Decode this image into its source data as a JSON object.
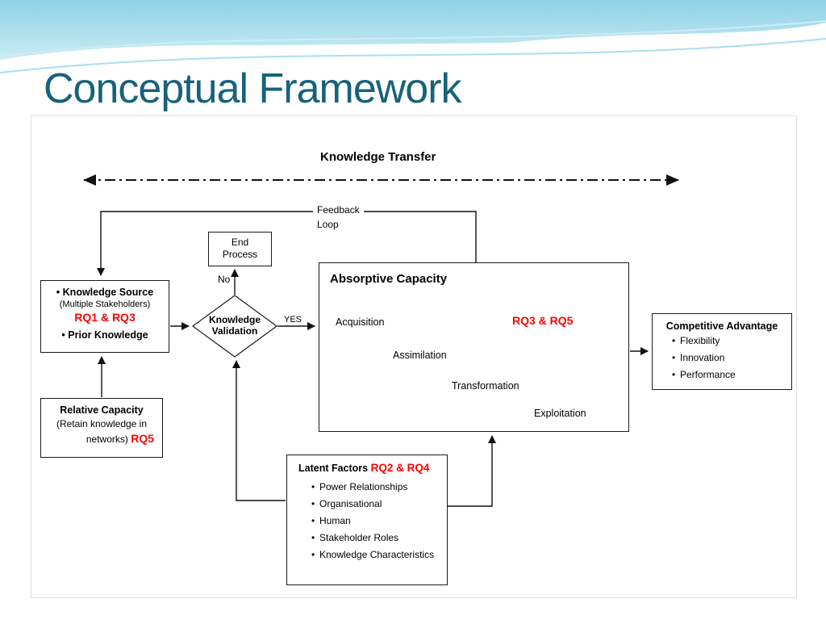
{
  "slide": {
    "title": "Conceptual Framework"
  },
  "labels": {
    "knowledge_transfer": "Knowledge Transfer",
    "feedback_line1": "Feedback",
    "feedback_line2": "Loop",
    "no": "No",
    "yes": "YES"
  },
  "boxes": {
    "end_process": {
      "line1": "End",
      "line2": "Process"
    },
    "knowledge_source": {
      "title": "Knowledge Source",
      "subtitle": "(Multiple Stakeholders)",
      "rq": "RQ1 & RQ3",
      "bullet2": "Prior Knowledge"
    },
    "knowledge_validation": {
      "line1": "Knowledge",
      "line2": "Validation"
    },
    "absorptive_capacity": {
      "title": "Absorptive Capacity",
      "rq": "RQ3 & RQ5",
      "steps": [
        "Acquisition",
        "Assimilation",
        "Transformation",
        "Exploitation"
      ]
    },
    "competitive_advantage": {
      "title": "Competitive Advantage",
      "items": [
        "Flexibility",
        "Innovation",
        "Performance"
      ]
    },
    "relative_capacity": {
      "title": "Relative Capacity",
      "line2": "(Retain knowledge in",
      "line3": "networks)",
      "rq": "RQ5"
    },
    "latent_factors": {
      "title": "Latent Factors",
      "rq": "RQ2 & RQ4",
      "items": [
        "Power Relationships",
        "Organisational",
        "Human",
        "Stakeholder Roles",
        "Knowledge Characteristics"
      ]
    }
  },
  "colors": {
    "title_teal": "#17627a",
    "rq_red": "#ff0000",
    "banner_blue": "#9ed8e8"
  }
}
